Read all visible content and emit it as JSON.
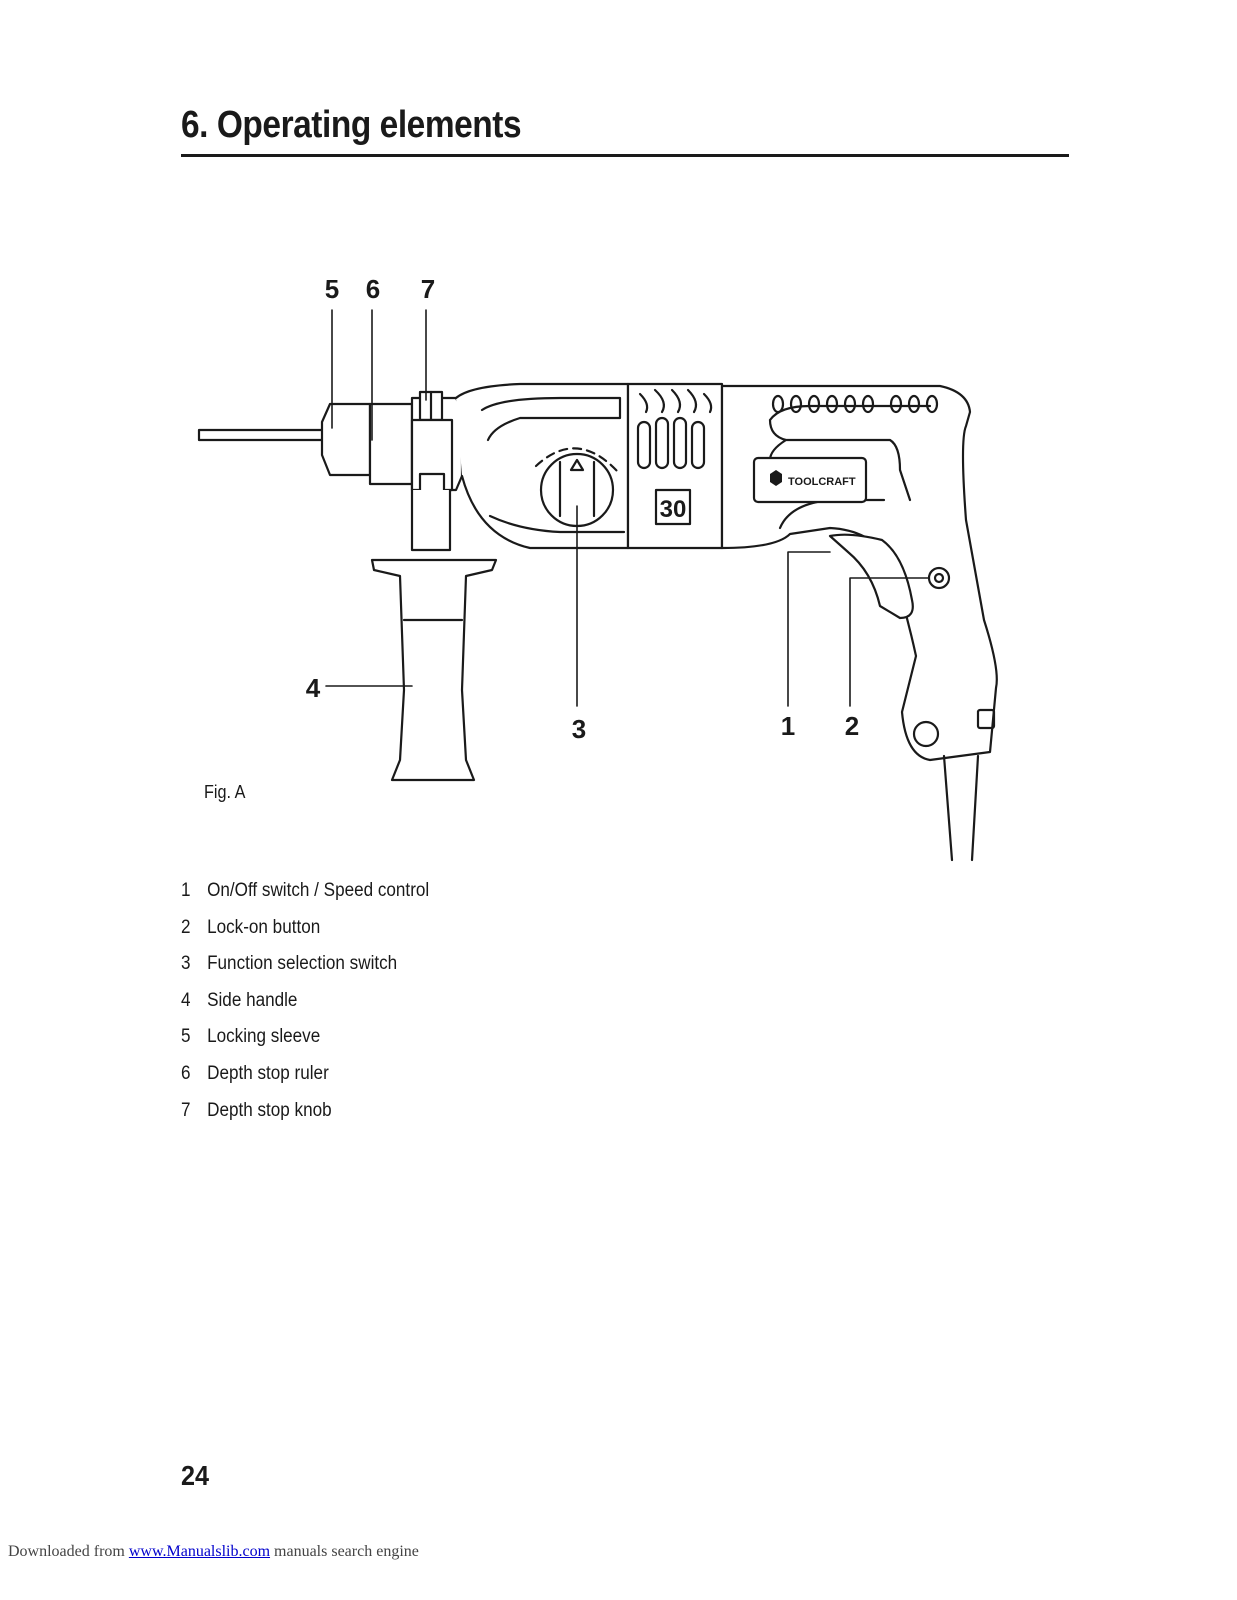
{
  "page": {
    "heading": "6. Operating elements",
    "figure_caption": "Fig. A",
    "page_number": "24"
  },
  "figure": {
    "brand_logo_text": "TOOLCRAFT",
    "badge_text": "30",
    "callouts": [
      "5",
      "6",
      "7",
      "4",
      "3",
      "1",
      "2"
    ]
  },
  "legend": [
    {
      "num": "1",
      "label": "On/Off switch / Speed control"
    },
    {
      "num": "2",
      "label": "Lock-on button"
    },
    {
      "num": "3",
      "label": "Function selection switch"
    },
    {
      "num": "4",
      "label": "Side handle"
    },
    {
      "num": "5",
      "label": "Locking sleeve"
    },
    {
      "num": "6",
      "label": "Depth stop ruler"
    },
    {
      "num": "7",
      "label": "Depth stop knob"
    }
  ],
  "footer": {
    "prefix": "Downloaded from ",
    "link": "www.Manualslib.com",
    "suffix": " manuals search engine"
  }
}
